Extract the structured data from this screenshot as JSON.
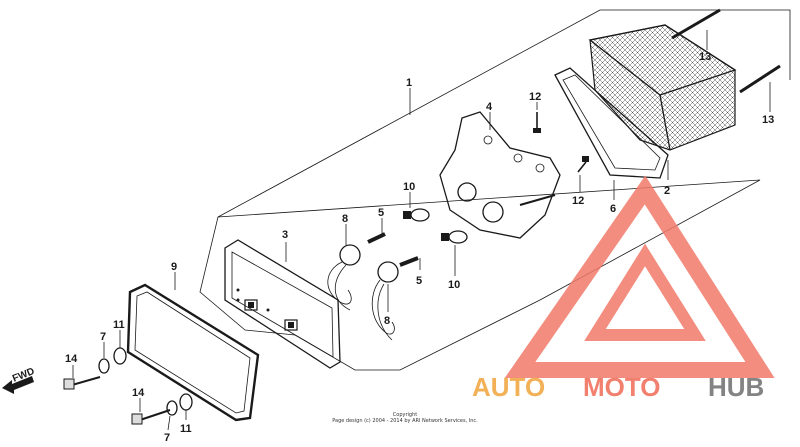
{
  "diagram": {
    "direction_label": "FWD",
    "callouts": [
      {
        "id": "c1",
        "text": "1"
      },
      {
        "id": "c2",
        "text": "2"
      },
      {
        "id": "c3",
        "text": "3"
      },
      {
        "id": "c4",
        "text": "4"
      },
      {
        "id": "c5a",
        "text": "5"
      },
      {
        "id": "c5b",
        "text": "5"
      },
      {
        "id": "c6",
        "text": "6"
      },
      {
        "id": "c7a",
        "text": "7"
      },
      {
        "id": "c7b",
        "text": "7"
      },
      {
        "id": "c8a",
        "text": "8"
      },
      {
        "id": "c8b",
        "text": "8"
      },
      {
        "id": "c9",
        "text": "9"
      },
      {
        "id": "c10a",
        "text": "10"
      },
      {
        "id": "c10b",
        "text": "10"
      },
      {
        "id": "c11a",
        "text": "11"
      },
      {
        "id": "c11b",
        "text": "11"
      },
      {
        "id": "c12a",
        "text": "12"
      },
      {
        "id": "c12b",
        "text": "12"
      },
      {
        "id": "c13a",
        "text": "13"
      },
      {
        "id": "c13b",
        "text": "13"
      },
      {
        "id": "c14a",
        "text": "14"
      },
      {
        "id": "c14b",
        "text": "14"
      }
    ]
  },
  "copyright": {
    "line1": "Copyright",
    "line2": "Page design (c) 2004 - 2014 by ARI Network Services, Inc."
  },
  "watermark": {
    "part1": "AUTO",
    "part2": "MOTO",
    "part3": "HUB",
    "colors": {
      "auto": "#f0a33a",
      "moto": "#ef6b57",
      "hub": "#6e6e6e",
      "triangle": "#f27a6a"
    }
  }
}
